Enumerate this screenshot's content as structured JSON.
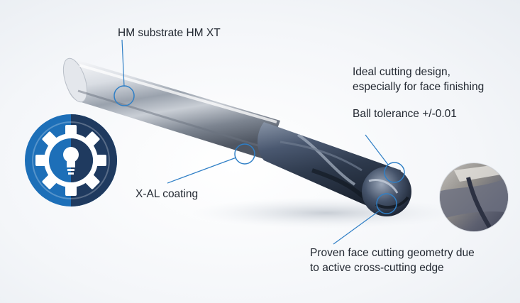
{
  "labels": {
    "substrate": "HM substrate HM XT",
    "design_line1": "Ideal cutting design,",
    "design_line2": "especially for face finishing",
    "ball_tolerance": "Ball tolerance +/-0.01",
    "coating": "X-AL coating",
    "geometry_line1": "Proven face cutting geometry due",
    "geometry_line2": "to active cross-cutting edge"
  },
  "icons": {
    "badge": "gear-lightbulb-icon"
  },
  "colors": {
    "accent_blue": "#1d6fb8",
    "badge_dark": "#1f3a5f",
    "callout_line": "#2f7fc6",
    "coating": "#3c4a5e"
  }
}
